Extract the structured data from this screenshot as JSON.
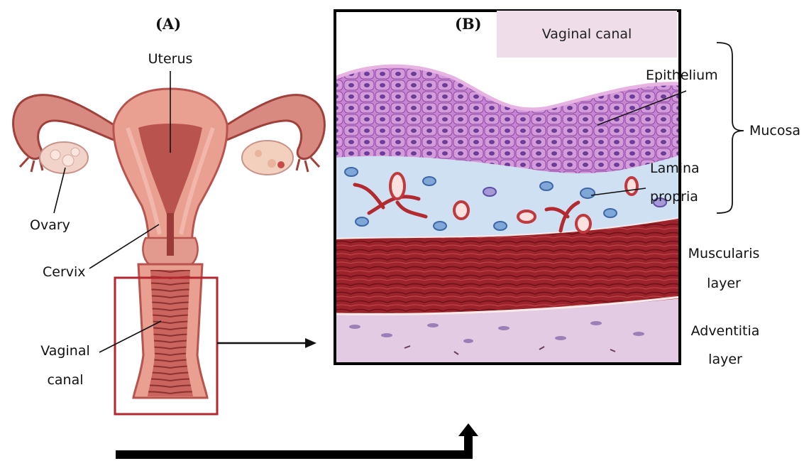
{
  "panels": {
    "a": "(A)",
    "b": "(B)"
  },
  "anatomy": {
    "uterus": "Uterus",
    "ovary": "Ovary",
    "cervix": "Cervix",
    "vaginal_canal_line1": "Vaginal",
    "vaginal_canal_line2": "canal"
  },
  "section": {
    "banner": "Vaginal canal",
    "epithelium": "Epithelium",
    "lamina_line1": "Lamina",
    "lamina_line2": "propria",
    "mucosa": "Mucosa",
    "muscularis_line1": "Muscularis",
    "muscularis_line2": "layer",
    "adventitia_line1": "Adventitia",
    "adventitia_line2": "layer"
  },
  "colors": {
    "uterus_tissue": "#e9a091",
    "uterus_dark": "#b8534e",
    "highlight_box": "#b5272f",
    "epithelium": "#c27bd0",
    "lamina": "#cfe0f3",
    "muscularis": "#8e1c24",
    "adventitia": "#e3cbe3"
  }
}
